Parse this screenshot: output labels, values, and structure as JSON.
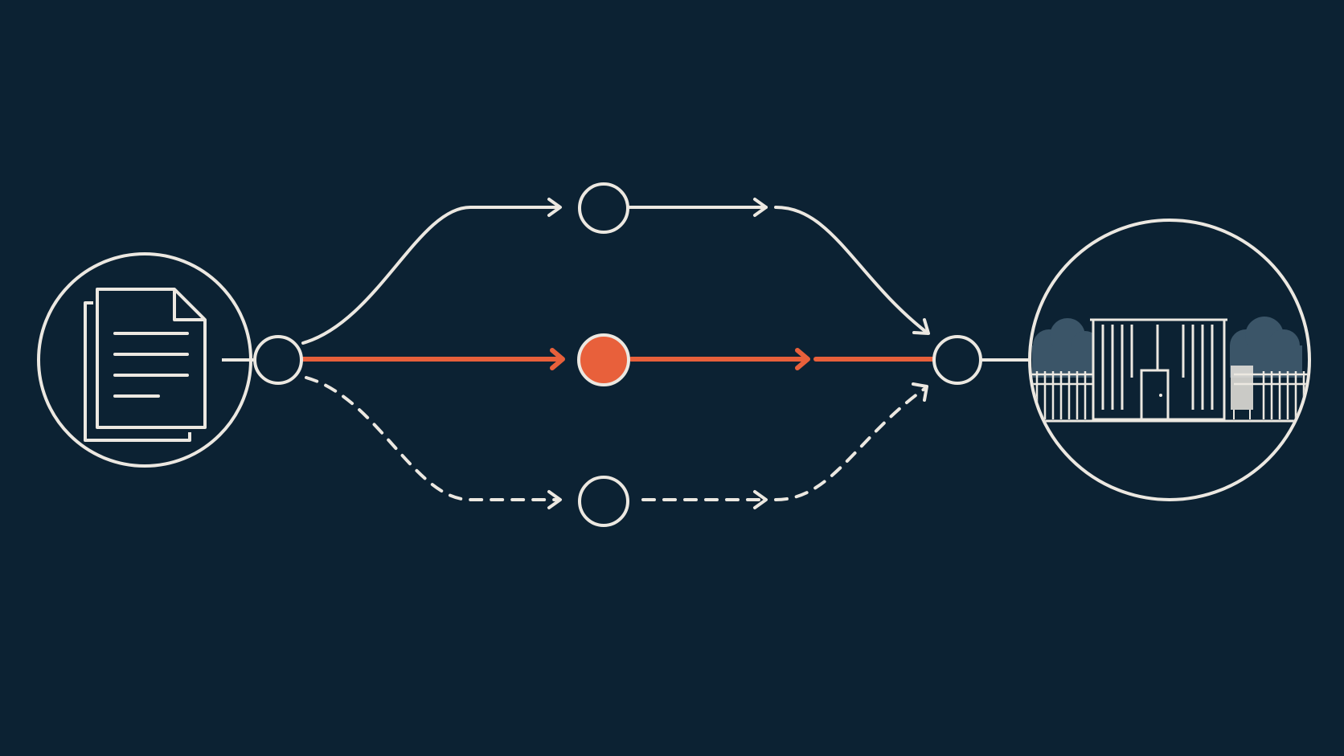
{
  "colors": {
    "background": "#0c2233",
    "stroke": "#ece8e1",
    "accent": "#e8603b",
    "silhouette": "#3b5568"
  },
  "diagram": {
    "source_icon": "document-stack-icon",
    "destination_icon": "building-facility-icon",
    "routes": [
      {
        "id": "upper",
        "style": "solid",
        "color": "stroke",
        "waypoint_filled": false
      },
      {
        "id": "middle",
        "style": "solid",
        "color": "accent",
        "waypoint_filled": true,
        "highlighted": true
      },
      {
        "id": "lower",
        "style": "dashed",
        "color": "stroke",
        "waypoint_filled": false
      }
    ]
  }
}
